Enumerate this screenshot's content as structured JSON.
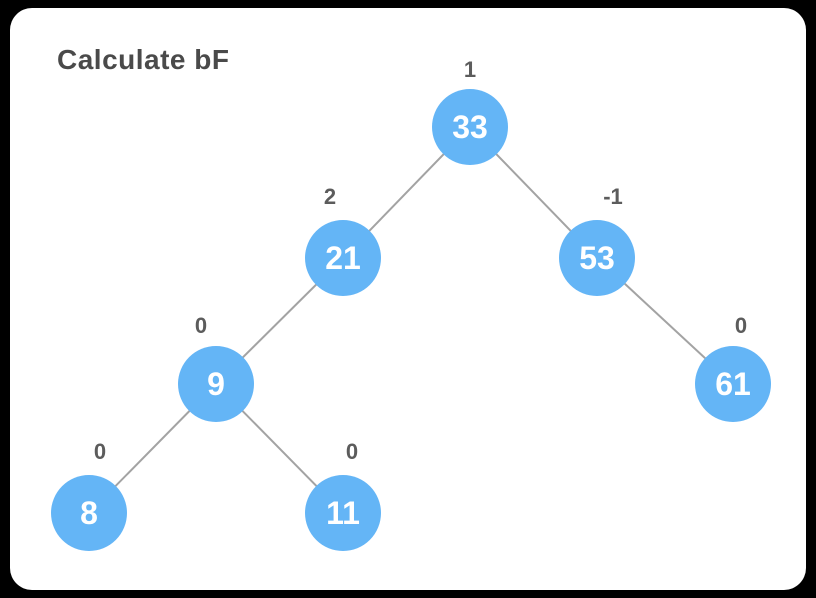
{
  "title": "Calculate bF",
  "diagram": {
    "type": "binary-tree",
    "description": "Binary search tree with balance factor shown above each node",
    "nodes": [
      {
        "id": "33",
        "value": "33",
        "balance_factor": "1",
        "parent": null
      },
      {
        "id": "21",
        "value": "21",
        "balance_factor": "2",
        "parent": "33",
        "side": "left"
      },
      {
        "id": "53",
        "value": "53",
        "balance_factor": "-1",
        "parent": "33",
        "side": "right"
      },
      {
        "id": "9",
        "value": "9",
        "balance_factor": "0",
        "parent": "21",
        "side": "left"
      },
      {
        "id": "61",
        "value": "61",
        "balance_factor": "0",
        "parent": "53",
        "side": "right"
      },
      {
        "id": "8",
        "value": "8",
        "balance_factor": "0",
        "parent": "9",
        "side": "left"
      },
      {
        "id": "11",
        "value": "11",
        "balance_factor": "0",
        "parent": "9",
        "side": "right"
      }
    ],
    "edges": [
      [
        "33",
        "21"
      ],
      [
        "33",
        "53"
      ],
      [
        "21",
        "9"
      ],
      [
        "53",
        "61"
      ],
      [
        "9",
        "8"
      ],
      [
        "9",
        "11"
      ]
    ],
    "colors": {
      "node_fill": "#64b5f6",
      "node_text": "#ffffff",
      "edge": "#a3a3a3",
      "balance_label": "#5c5c5c",
      "title": "#4a4a4a",
      "panel_background": "#ffffff",
      "frame": "#000000"
    }
  }
}
